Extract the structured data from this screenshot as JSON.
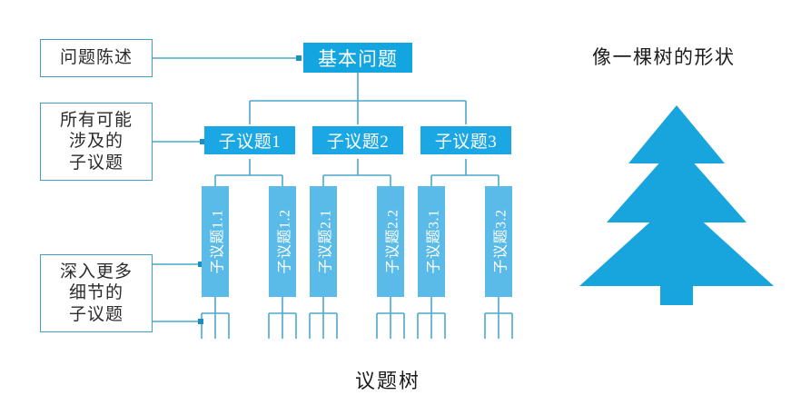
{
  "diagram": {
    "caption": "议题树",
    "right_heading": "像一棵树的形状",
    "colors": {
      "level1_fill": "#12a5e0",
      "level2_fill": "#1ba7e3",
      "level3_fill": "#5bbbe8",
      "connector": "#4aa9cf",
      "callout_border": "#41a0c4",
      "tree_fill": "#18a4dd",
      "text_dark": "#1c1c1c"
    }
  },
  "callouts": [
    {
      "id": "problem-statement",
      "lines": [
        "问题陈述"
      ]
    },
    {
      "id": "all-possible-subissues",
      "lines": [
        "所有可能",
        "涉及的",
        "子议题"
      ]
    },
    {
      "id": "deeper-detail-subissues",
      "lines": [
        "深入更多",
        "细节的",
        "子议题"
      ]
    }
  ],
  "tree": {
    "level1": {
      "label": "基本问题"
    },
    "level2": [
      {
        "label": "子议题1"
      },
      {
        "label": "子议题2"
      },
      {
        "label": "子议题3"
      }
    ],
    "level3": [
      {
        "label": "子议题1.1"
      },
      {
        "label": "子议题1.2"
      },
      {
        "label": "子议题2.1"
      },
      {
        "label": "子议题2.2"
      },
      {
        "label": "子议题3.1"
      },
      {
        "label": "子议题3.2"
      }
    ]
  }
}
